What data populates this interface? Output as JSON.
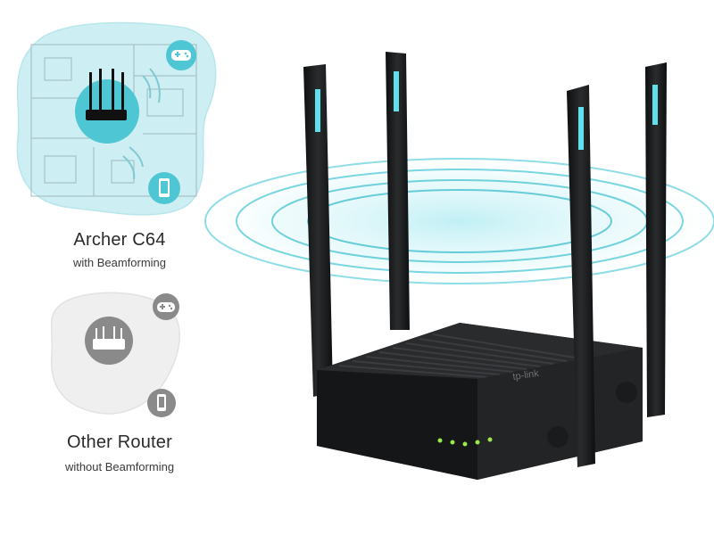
{
  "brand": "tp-link",
  "beamforming": {
    "title": "Archer C64",
    "subtitle": "with Beamforming"
  },
  "other": {
    "title": "Other Router",
    "subtitle": "without Beamforming"
  },
  "colors": {
    "accent": "#5fd3e0",
    "blob": "#cdeff3",
    "grey_blob": "#eeeeee",
    "device_grey": "#8a8a8a",
    "router_body": "#1e1f20"
  },
  "icons": [
    "gamepad-icon",
    "smartphone-icon",
    "router-icon"
  ]
}
